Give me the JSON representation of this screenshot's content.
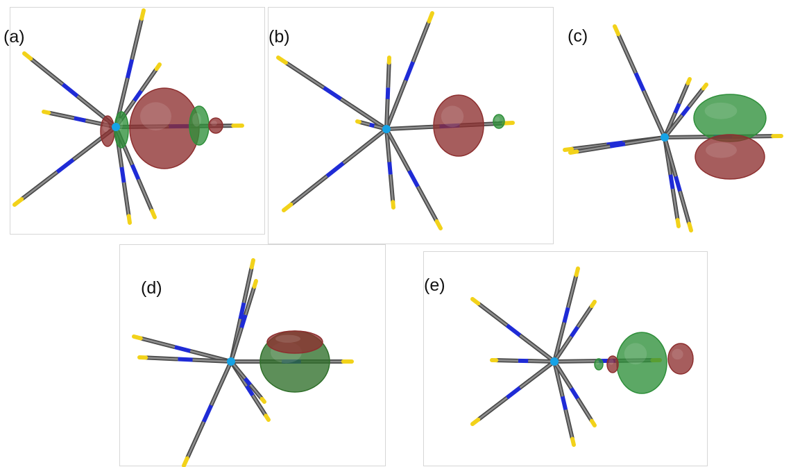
{
  "figure": {
    "panels": [
      {
        "label": "(a)",
        "lobes": [
          "red",
          "green",
          "red"
        ]
      },
      {
        "label": "(b)",
        "lobes": [
          "red",
          "green"
        ]
      },
      {
        "label": "(c)",
        "lobes": [
          "green",
          "red"
        ]
      },
      {
        "label": "(d)",
        "lobes": [
          "green"
        ]
      },
      {
        "label": "(e)",
        "lobes": [
          "green",
          "red"
        ]
      }
    ]
  },
  "colors": {
    "background": "#ffffff",
    "carbon": "#8f8f8f",
    "carbon_dark": "#4a4a4a",
    "nitrogen": "#1f2bd6",
    "sulfur": "#f2d21a",
    "metal": "#16a3e6",
    "lobe_positive": "#8d2f2f",
    "lobe_negative": "#2e8f3a"
  }
}
